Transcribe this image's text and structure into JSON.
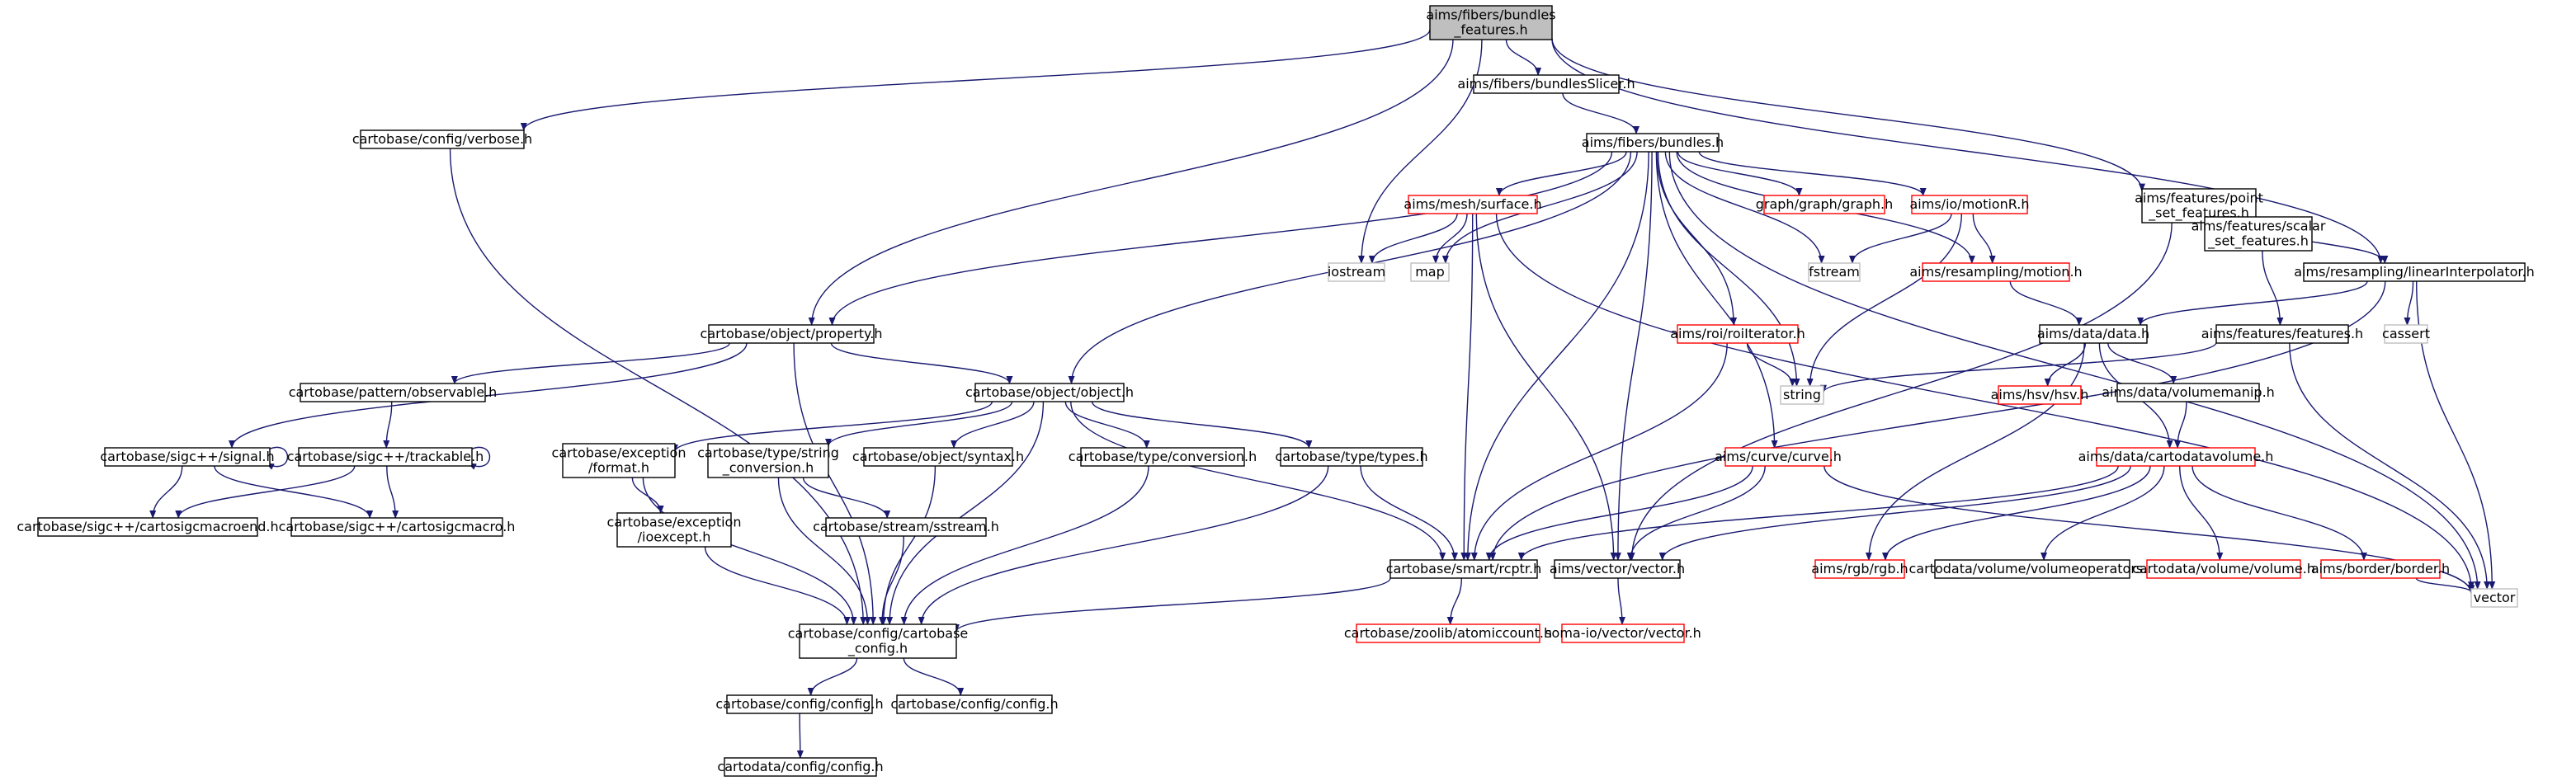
{
  "colors": {
    "edge": "#191970",
    "border_black": "#000000",
    "border_red": "#ff0000",
    "border_gray": "#bfbfbf",
    "fill_root": "#bfbfbf",
    "fill_default": "#ffffff"
  },
  "nodes": [
    {
      "id": "root",
      "lines": [
        "aims/fibers/bundles",
        "_features.h"
      ],
      "style": "root"
    },
    {
      "id": "verbose",
      "lines": [
        "cartobase/config/verbose.h"
      ],
      "style": "black"
    },
    {
      "id": "slicer",
      "lines": [
        "aims/fibers/bundlesSlicer.h"
      ],
      "style": "black"
    },
    {
      "id": "bundles",
      "lines": [
        "aims/fibers/bundles.h"
      ],
      "style": "black"
    },
    {
      "id": "pointfeat",
      "lines": [
        "aims/features/point",
        "_set_features.h"
      ],
      "style": "black"
    },
    {
      "id": "surface",
      "lines": [
        "aims/mesh/surface.h"
      ],
      "style": "red"
    },
    {
      "id": "graph",
      "lines": [
        "graph/graph/graph.h"
      ],
      "style": "red"
    },
    {
      "id": "motionR",
      "lines": [
        "aims/io/motionR.h"
      ],
      "style": "red"
    },
    {
      "id": "iostream",
      "lines": [
        "iostream"
      ],
      "style": "gray"
    },
    {
      "id": "map",
      "lines": [
        "map"
      ],
      "style": "gray"
    },
    {
      "id": "fstream",
      "lines": [
        "fstream"
      ],
      "style": "gray"
    },
    {
      "id": "motion",
      "lines": [
        "aims/resampling/motion.h"
      ],
      "style": "red"
    },
    {
      "id": "scalarfeat",
      "lines": [
        "aims/features/scalar",
        "_set_features.h"
      ],
      "style": "black"
    },
    {
      "id": "linint",
      "lines": [
        "aims/resampling/linearInterpolator.h"
      ],
      "style": "black"
    },
    {
      "id": "property",
      "lines": [
        "cartobase/object/property.h"
      ],
      "style": "black"
    },
    {
      "id": "roiiter",
      "lines": [
        "aims/roi/roiIterator.h"
      ],
      "style": "red"
    },
    {
      "id": "datah",
      "lines": [
        "aims/data/data.h"
      ],
      "style": "black"
    },
    {
      "id": "features",
      "lines": [
        "aims/features/features.h"
      ],
      "style": "black"
    },
    {
      "id": "cassert",
      "lines": [
        "cassert"
      ],
      "style": "gray"
    },
    {
      "id": "observable",
      "lines": [
        "cartobase/pattern/observable.h"
      ],
      "style": "black"
    },
    {
      "id": "object",
      "lines": [
        "cartobase/object/object.h"
      ],
      "style": "black"
    },
    {
      "id": "string",
      "lines": [
        "string"
      ],
      "style": "gray"
    },
    {
      "id": "hsv",
      "lines": [
        "aims/hsv/hsv.h"
      ],
      "style": "red"
    },
    {
      "id": "volmanip",
      "lines": [
        "aims/data/volumemanip.h"
      ],
      "style": "black"
    },
    {
      "id": "signal",
      "lines": [
        "cartobase/sigc++/signal.h"
      ],
      "style": "black"
    },
    {
      "id": "trackable",
      "lines": [
        "cartobase/sigc++/trackable.h"
      ],
      "style": "black"
    },
    {
      "id": "format",
      "lines": [
        "cartobase/exception",
        "/format.h"
      ],
      "style": "black"
    },
    {
      "id": "strconv",
      "lines": [
        "cartobase/type/string",
        "_conversion.h"
      ],
      "style": "black"
    },
    {
      "id": "syntax",
      "lines": [
        "cartobase/object/syntax.h"
      ],
      "style": "black"
    },
    {
      "id": "conversion",
      "lines": [
        "cartobase/type/conversion.h"
      ],
      "style": "black"
    },
    {
      "id": "types",
      "lines": [
        "cartobase/type/types.h"
      ],
      "style": "black"
    },
    {
      "id": "curve",
      "lines": [
        "aims/curve/curve.h"
      ],
      "style": "red"
    },
    {
      "id": "cartovol",
      "lines": [
        "aims/data/cartodatavolume.h"
      ],
      "style": "red"
    },
    {
      "id": "macroend",
      "lines": [
        "cartobase/sigc++/cartosigcmacroend.h"
      ],
      "style": "black"
    },
    {
      "id": "macro",
      "lines": [
        "cartobase/sigc++/cartosigcmacro.h"
      ],
      "style": "black"
    },
    {
      "id": "ioexcept",
      "lines": [
        "cartobase/exception",
        "/ioexcept.h"
      ],
      "style": "black"
    },
    {
      "id": "sstream",
      "lines": [
        "cartobase/stream/sstream.h"
      ],
      "style": "black"
    },
    {
      "id": "rcptr",
      "lines": [
        "cartobase/smart/rcptr.h"
      ],
      "style": "black"
    },
    {
      "id": "vectorh",
      "lines": [
        "aims/vector/vector.h"
      ],
      "style": "black"
    },
    {
      "id": "rgb",
      "lines": [
        "aims/rgb/rgb.h"
      ],
      "style": "red"
    },
    {
      "id": "volops",
      "lines": [
        "cartodata/volume/volumeoperators.h"
      ],
      "style": "black"
    },
    {
      "id": "volume",
      "lines": [
        "cartodata/volume/volume.h"
      ],
      "style": "red"
    },
    {
      "id": "border",
      "lines": [
        "aims/border/border.h"
      ],
      "style": "red"
    },
    {
      "id": "vector",
      "lines": [
        "vector"
      ],
      "style": "gray"
    },
    {
      "id": "cbconfig",
      "lines": [
        "cartobase/config/cartobase",
        "_config.h"
      ],
      "style": "black"
    },
    {
      "id": "atomic",
      "lines": [
        "cartobase/zoolib/atomiccount.h"
      ],
      "style": "red"
    },
    {
      "id": "somavec",
      "lines": [
        "soma-io/vector/vector.h"
      ],
      "style": "red"
    },
    {
      "id": "config1",
      "lines": [
        "cartobase/config/config.h"
      ],
      "style": "black"
    },
    {
      "id": "config2",
      "lines": [
        "cartobase/config/config.h"
      ],
      "style": "black"
    },
    {
      "id": "cdconfig",
      "lines": [
        "cartodata/config/config.h"
      ],
      "style": "black"
    }
  ],
  "edges": [
    [
      "root",
      "verbose"
    ],
    [
      "root",
      "slicer"
    ],
    [
      "root",
      "iostream"
    ],
    [
      "root",
      "property"
    ],
    [
      "root",
      "pointfeat"
    ],
    [
      "root",
      "linint"
    ],
    [
      "slicer",
      "bundles"
    ],
    [
      "verbose",
      "cbconfig"
    ],
    [
      "bundles",
      "surface"
    ],
    [
      "bundles",
      "graph"
    ],
    [
      "bundles",
      "motionR"
    ],
    [
      "bundles",
      "map"
    ],
    [
      "bundles",
      "fstream"
    ],
    [
      "bundles",
      "motion"
    ],
    [
      "bundles",
      "string"
    ],
    [
      "bundles",
      "roiiter"
    ],
    [
      "bundles",
      "curve"
    ],
    [
      "bundles",
      "property"
    ],
    [
      "bundles",
      "object"
    ],
    [
      "bundles",
      "rcptr"
    ],
    [
      "bundles",
      "vectorh"
    ],
    [
      "bundles",
      "vector"
    ],
    [
      "surface",
      "iostream"
    ],
    [
      "surface",
      "map"
    ],
    [
      "surface",
      "rcptr"
    ],
    [
      "surface",
      "vectorh"
    ],
    [
      "surface",
      "vector"
    ],
    [
      "motionR",
      "fstream"
    ],
    [
      "motionR",
      "motion"
    ],
    [
      "motionR",
      "string"
    ],
    [
      "motion",
      "datah"
    ],
    [
      "pointfeat",
      "scalarfeat"
    ],
    [
      "pointfeat",
      "linint"
    ],
    [
      "pointfeat",
      "vectorh"
    ],
    [
      "scalarfeat",
      "features"
    ],
    [
      "linint",
      "datah"
    ],
    [
      "linint",
      "cassert"
    ],
    [
      "linint",
      "vector"
    ],
    [
      "linint",
      "rcptr"
    ],
    [
      "features",
      "string"
    ],
    [
      "features",
      "vector"
    ],
    [
      "roiiter",
      "string"
    ],
    [
      "roiiter",
      "rcptr"
    ],
    [
      "datah",
      "hsv"
    ],
    [
      "datah",
      "volmanip"
    ],
    [
      "datah",
      "cartovol"
    ],
    [
      "datah",
      "rgb"
    ],
    [
      "volmanip",
      "cartovol"
    ],
    [
      "property",
      "observable"
    ],
    [
      "property",
      "object"
    ],
    [
      "property",
      "signal"
    ],
    [
      "property",
      "cbconfig"
    ],
    [
      "observable",
      "trackable"
    ],
    [
      "signal",
      "signal"
    ],
    [
      "signal",
      "macroend"
    ],
    [
      "signal",
      "macro"
    ],
    [
      "trackable",
      "trackable"
    ],
    [
      "trackable",
      "macroend"
    ],
    [
      "trackable",
      "macro"
    ],
    [
      "object",
      "format"
    ],
    [
      "object",
      "strconv"
    ],
    [
      "object",
      "syntax"
    ],
    [
      "object",
      "conversion"
    ],
    [
      "object",
      "types"
    ],
    [
      "object",
      "rcptr"
    ],
    [
      "object",
      "cbconfig"
    ],
    [
      "format",
      "ioexcept"
    ],
    [
      "format",
      "cbconfig"
    ],
    [
      "strconv",
      "sstream"
    ],
    [
      "strconv",
      "cbconfig"
    ],
    [
      "syntax",
      "cbconfig"
    ],
    [
      "conversion",
      "cbconfig"
    ],
    [
      "types",
      "rcptr"
    ],
    [
      "types",
      "cbconfig"
    ],
    [
      "ioexcept",
      "cbconfig"
    ],
    [
      "sstream",
      "cbconfig"
    ],
    [
      "curve",
      "rcptr"
    ],
    [
      "curve",
      "vectorh"
    ],
    [
      "curve",
      "vector"
    ],
    [
      "cartovol",
      "rcptr"
    ],
    [
      "cartovol",
      "vectorh"
    ],
    [
      "cartovol",
      "rgb"
    ],
    [
      "cartovol",
      "volops"
    ],
    [
      "cartovol",
      "volume"
    ],
    [
      "cartovol",
      "border"
    ],
    [
      "border",
      "vector"
    ],
    [
      "rcptr",
      "cbconfig"
    ],
    [
      "rcptr",
      "atomic"
    ],
    [
      "vectorh",
      "somavec"
    ],
    [
      "cbconfig",
      "config1"
    ],
    [
      "cbconfig",
      "config2"
    ],
    [
      "config1",
      "cdconfig"
    ]
  ]
}
